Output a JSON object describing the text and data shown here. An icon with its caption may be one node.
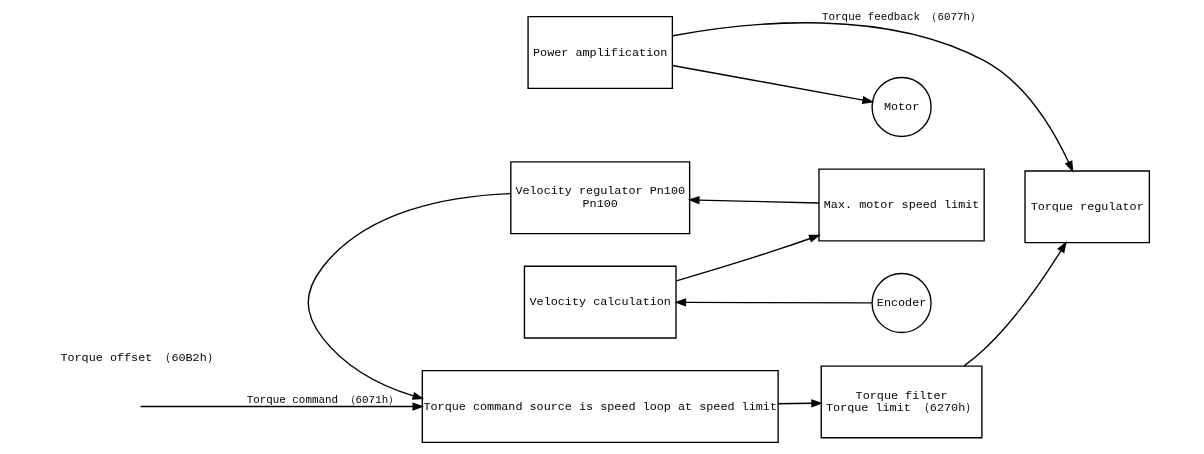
{
  "diagram": {
    "nodes": [
      {
        "text": [
          "Torque command source is speed loop at speed limit"
        ]
      },
      {
        "text": [
          "Torque filter",
          "Torque limit （6270h）"
        ]
      },
      {
        "text": [
          "Torque regulator"
        ]
      },
      {
        "text": [
          "Power amplification"
        ]
      },
      {
        "text": [
          "Motor"
        ]
      },
      {
        "text": [
          "Encoder"
        ]
      },
      {
        "text": [
          "Velocity calculation"
        ]
      },
      {
        "text": [
          "Max. motor speed limit"
        ]
      },
      {
        "text": [
          "Velocity regulator Pn100",
          "Pn100"
        ]
      }
    ],
    "edges": [
      {
        "from": null,
        "to": 0,
        "arrow": "to",
        "label": "Torque command （6071h）"
      },
      {
        "from": 0,
        "to": 1,
        "arrow": "to"
      },
      {
        "from": 1,
        "to": 2,
        "arrow": "to"
      },
      {
        "from": 3,
        "to": 4,
        "arrow": "to"
      },
      {
        "from": 3,
        "to": 2,
        "arrow": "to",
        "label": "Torque feedback （6077h）"
      },
      {
        "from": 5,
        "to": 6,
        "arrow": "to"
      },
      {
        "from": 6,
        "to": 7,
        "arrow": "to"
      },
      {
        "from": 7,
        "to": 8,
        "arrow": "to"
      },
      {
        "from": 8,
        "to": 0,
        "arrow": "to"
      }
    ],
    "labels": [
      "Torque offset （60B2h）"
    ]
  }
}
